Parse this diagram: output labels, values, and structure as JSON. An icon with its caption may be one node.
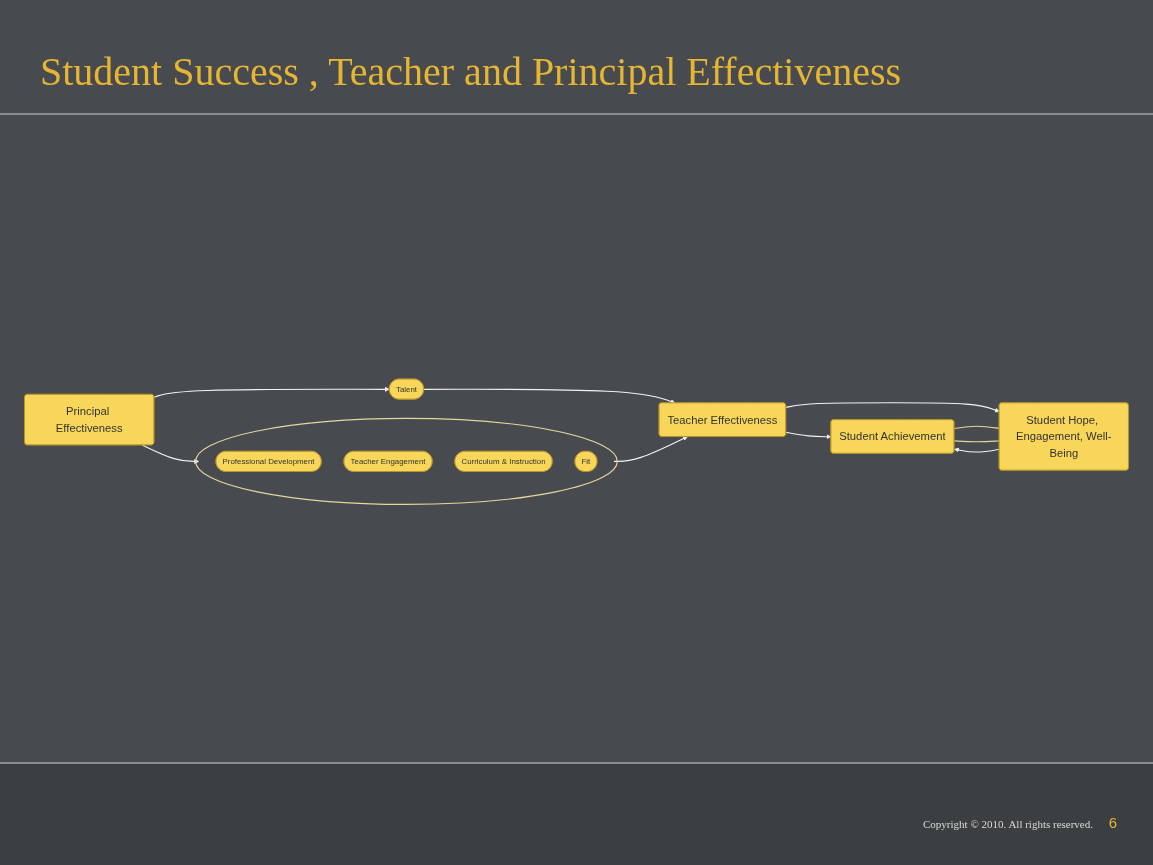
{
  "diagram": {
    "title": "Student Success , Teacher and Principal Effectiveness",
    "nodes": [
      {
        "text": [
          "Talent"
        ]
      },
      {
        "text": [
          "Principal Effectiveness"
        ]
      },
      {
        "text": [
          "Teacher Effectiveness"
        ]
      },
      {
        "text": [
          "Student Achievement"
        ]
      },
      {
        "text": [
          "Student Hope, Engagement, Well-Being"
        ]
      },
      {
        "text": [],
        "shape": "ellipse"
      },
      {
        "text": [
          "Professional Development"
        ],
        "in": 5
      },
      {
        "text": [
          "Teacher Engagement"
        ],
        "in": 5
      },
      {
        "text": [
          "Curriculum & Instruction"
        ],
        "in": 5
      },
      {
        "text": [
          "Fit"
        ],
        "in": 5
      }
    ],
    "edges": [
      {
        "from": 1,
        "to": 0,
        "arrow": "to"
      },
      {
        "from": 0,
        "to": 2,
        "arrow": "to"
      },
      {
        "from": 1,
        "to": 5,
        "arrow": "to"
      },
      {
        "from": 5,
        "to": 2,
        "arrow": "to"
      },
      {
        "from": 2,
        "to": 3,
        "arrow": "to"
      },
      {
        "from": 2,
        "to": 4,
        "arrow": "to"
      },
      {
        "from": 4,
        "to": 3,
        "arrow": "to"
      },
      {
        "from": 3,
        "to": 4,
        "arrow": "none",
        "color": "#e6d79a"
      },
      {
        "from": 3,
        "to": 4,
        "arrow": "none",
        "color": "#e6d79a"
      }
    ],
    "labels": [
      "Copyright © 2010. All rights reserved.",
      "6"
    ]
  }
}
